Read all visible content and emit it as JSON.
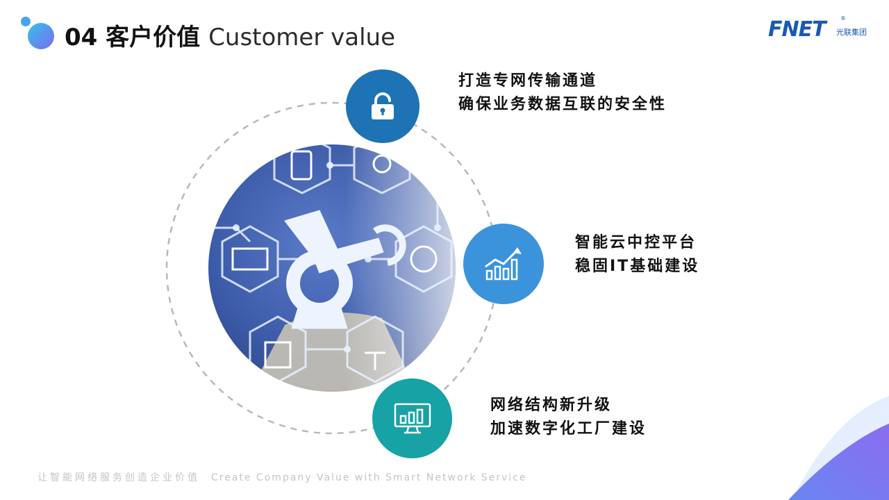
{
  "header": {
    "title_cn": "04 客户价值",
    "title_en": "Customer value"
  },
  "logo": {
    "brand": "FNET",
    "subtitle": "光联集团",
    "registered": "®"
  },
  "features": [
    {
      "line1": "打造专网传输通道",
      "line2": "确保业务数据互联的安全性",
      "icon": "lock-icon",
      "color": "#1e73b5"
    },
    {
      "line1": "智能云中控平台",
      "line2": "稳固IT基础建设",
      "icon": "growth-chart-icon",
      "color": "#3b93db"
    },
    {
      "line1": "网络结构新升级",
      "line2": "加速数字化工厂建设",
      "icon": "monitor-chart-icon",
      "color": "#17a2a6"
    }
  ],
  "footer": {
    "slogan_cn": "让智能网络服务创造企业价值",
    "slogan_en": "Create Company Value with Smart Network Service"
  },
  "colors": {
    "accent_blue": "#1e73b5",
    "light_blue": "#3b93db",
    "teal": "#17a2a6",
    "logo_blue": "#1a59b4"
  }
}
